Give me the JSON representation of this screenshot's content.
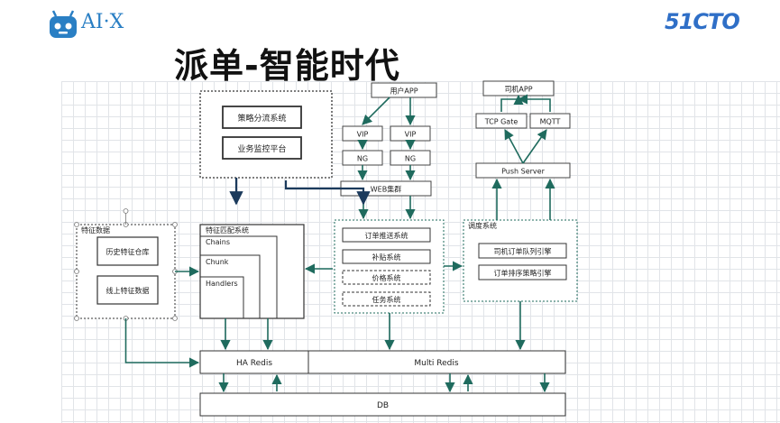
{
  "header": {
    "logo_left_text": "AI·X",
    "logo_right_text": "51CTO",
    "title": "派单-智能时代"
  },
  "diagram": {
    "nodes": {
      "strategy_split": "策略分流系统",
      "biz_monitor": "业务监控平台",
      "user_app": "用户APP",
      "vip_1": "VIP",
      "vip_2": "VIP",
      "ng_1": "NG",
      "ng_2": "NG",
      "web_cluster": "WEB集群",
      "driver_app": "司机APP",
      "tcp_gate": "TCP Gate",
      "mqtt": "MQTT",
      "push_server": "Push Server",
      "feature_data": "特征数据",
      "history_feature": "历史特征仓库",
      "online_feature": "线上特征数据",
      "feature_match": "特征匹配系统",
      "chains": "Chains",
      "chunk": "Chunk",
      "handlers": "Handlers",
      "order_push": "订单推送系统",
      "subsidy": "补贴系统",
      "price": "价格系统",
      "task": "任务系统",
      "dispatch": "调度系统",
      "driver_queue": "司机订单队列引擎",
      "order_sort": "订单排序策略引擎",
      "ha_redis": "HA Redis",
      "multi_redis": "Multi Redis",
      "db": "DB"
    },
    "colors": {
      "arrow": "#1f6b5e",
      "arrow_navy": "#1b3a5c",
      "box_border": "#333333",
      "logo_blue": "#2a7fc4",
      "logo_accent": "#e6a817",
      "brand_blue": "#2f6fc7"
    }
  }
}
